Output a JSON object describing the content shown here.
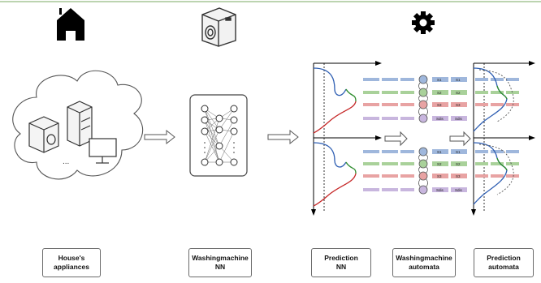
{
  "stages": [
    {
      "id": "appliances",
      "caption": "House's\nappliances",
      "icon": "house-icon"
    },
    {
      "id": "washing-nn",
      "caption": "Washingmachine\nNN",
      "icon": "washing-machine-icon"
    },
    {
      "id": "prediction-nn",
      "caption": "Prediction\nNN",
      "icon": "gear-icon"
    },
    {
      "id": "washing-automata",
      "caption": "Washingmachine\nautomata"
    },
    {
      "id": "prediction-automata",
      "caption": "Prediction\nautomata"
    }
  ],
  "automata": {
    "states": [
      "S1",
      "S2",
      "S3",
      "Sdis"
    ],
    "table_cells": [
      "S1",
      "S2",
      "S3",
      "Sdis"
    ],
    "colors": {
      "blue": "#9fb7dc",
      "green": "#a9d19a",
      "red": "#e8a3a3",
      "purple": "#c8b6de",
      "accent": "#3a7d2c"
    }
  },
  "dots": "..."
}
